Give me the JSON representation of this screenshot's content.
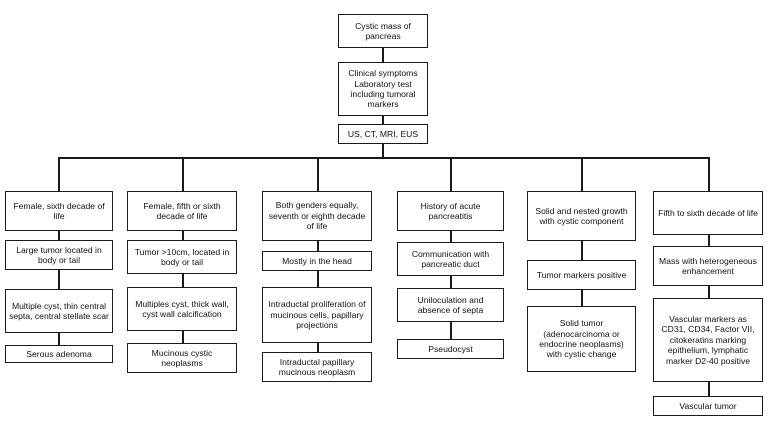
{
  "root": "Cystic mass of pancreas",
  "step2": "Clinical symptoms Laboratory test including tumoral markers",
  "step3": "US, CT, MRI, EUS",
  "columns": [
    {
      "items": [
        "Female, sixth decade of life",
        "Large tumor located in body or tail",
        "Multiple cyst, thin central septa, central stellate scar",
        "Serous adenoma"
      ]
    },
    {
      "items": [
        "Female, fifth or sixth decade of life",
        "Tumor >10cm, located in body or tail",
        "Multiples cyst, thick wall, cyst wall calcification",
        "Mucinous cystic neoplasms"
      ]
    },
    {
      "items": [
        "Both genders equally, seventh or eighth decade of life",
        "Mostly in the head",
        "Intraductal proliferation of mucinous cells, papillary projections",
        "Intraductal papillary mucinous neoplasm"
      ]
    },
    {
      "items": [
        "History of acute pancreatitis",
        "Communication with pancreatic duct",
        "Uniloculation and absence of septa",
        "Pseudocyst"
      ]
    },
    {
      "items": [
        "Solid and nested growth with cystic component",
        "Tumor markers positive",
        "Solid tumor (adenocarcinoma or endocrine neoplasms) with cystic change"
      ]
    },
    {
      "items": [
        "Fifth to sixth decade of life",
        "Mass with heterogeneous enhancement",
        "Vascular markers as CD31, CD34, Factor VII, citokeratins marking epithelium, lymphatic marker D2-40 positive",
        "Vascular tumor"
      ]
    }
  ]
}
